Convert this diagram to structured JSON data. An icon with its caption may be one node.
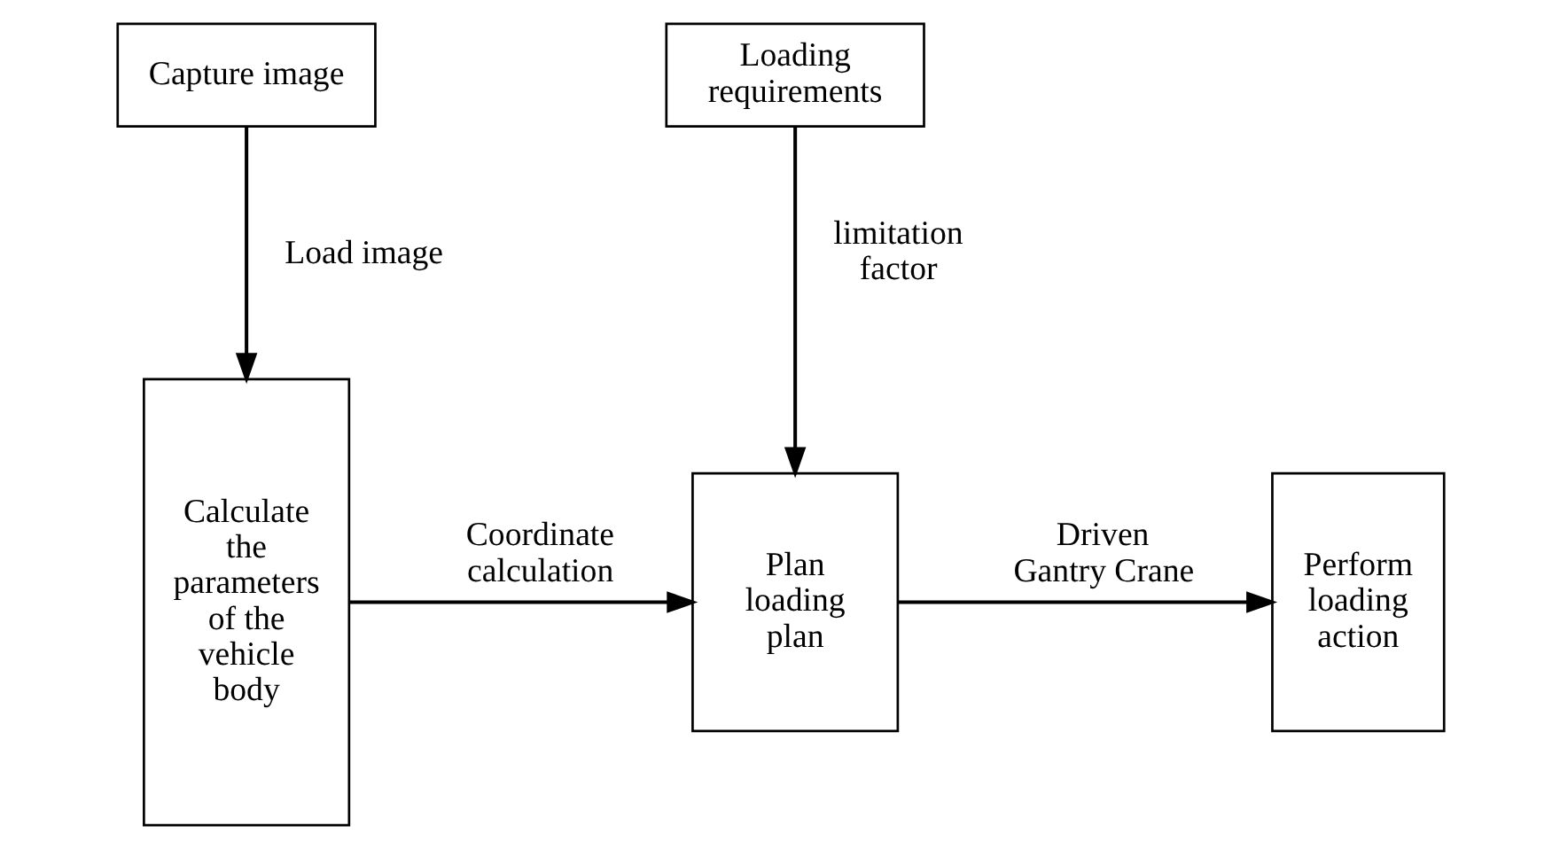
{
  "diagram": {
    "nodes": [
      {
        "text": [
          "Capture image"
        ]
      },
      {
        "text": [
          "Loading requirements"
        ]
      },
      {
        "text": [
          "Calculate the parameters of the vehicle body"
        ]
      },
      {
        "text": [
          "Plan loading plan"
        ]
      },
      {
        "text": [
          "Perform loading action"
        ]
      }
    ],
    "edges": [
      {
        "from": 0,
        "to": 2,
        "arrow": "to",
        "label": "Load image"
      },
      {
        "from": 1,
        "to": 3,
        "arrow": "to",
        "label": "limitation factor"
      },
      {
        "from": 2,
        "to": 3,
        "arrow": "to",
        "label": "Coordinate calculation"
      },
      {
        "from": 3,
        "to": 4,
        "arrow": "to",
        "label": "Driven Gantry Crane"
      }
    ]
  }
}
